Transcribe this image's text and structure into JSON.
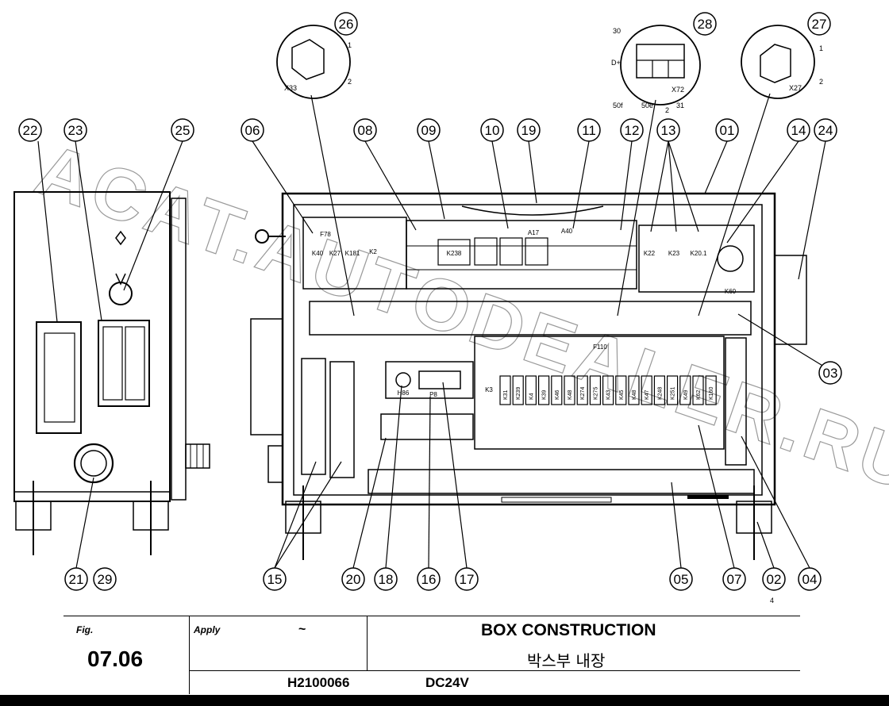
{
  "watermark": "ACAT.AUTODEALER.RU",
  "callouts": [
    "01",
    "02",
    "03",
    "04",
    "05",
    "06",
    "07",
    "08",
    "09",
    "10",
    "11",
    "12",
    "13",
    "14",
    "15",
    "16",
    "17",
    "18",
    "19",
    "20",
    "21",
    "22",
    "23",
    "24",
    "25",
    "26",
    "27",
    "28",
    "29"
  ],
  "component_labels": {
    "f78": "F78",
    "k40": "K40",
    "k27": "K27",
    "k181": "K181",
    "k2": "K2",
    "k238": "K238",
    "a17": "A17",
    "a40": "A40",
    "k22": "K22",
    "k23": "K23",
    "k20_1": "K20.1",
    "k60": "K60",
    "f110": "F110",
    "k3": "K3",
    "h86": "H86",
    "p8": "P8",
    "relay_row": [
      "K31",
      "K239",
      "K4",
      "K39",
      "K46",
      "K48",
      "K274",
      "K275",
      "K43",
      "K45",
      "K48",
      "K47",
      "K248",
      "K251",
      "K49",
      "K62",
      "K160"
    ]
  },
  "connector_labels": {
    "x33": "X33",
    "x33_pin1": "1",
    "x33_pin2": "2",
    "x27": "X27",
    "x27_pin1": "1",
    "x27_pin2": "2",
    "x72": "X72",
    "x72_30": "30",
    "x72_dplus": "D+",
    "x72_50f": "50f",
    "x72_50e": "50e",
    "x72_31": "31",
    "x72_2": "2"
  },
  "sub_label_02": "4",
  "title_block": {
    "fig_label": "Fig.",
    "fig_number": "07.06",
    "apply_label": "Apply",
    "apply_value": "~",
    "title_en": "BOX CONSTRUCTION",
    "title_ko": "박스부 내장",
    "model": "H2100066",
    "voltage": "DC24V"
  }
}
